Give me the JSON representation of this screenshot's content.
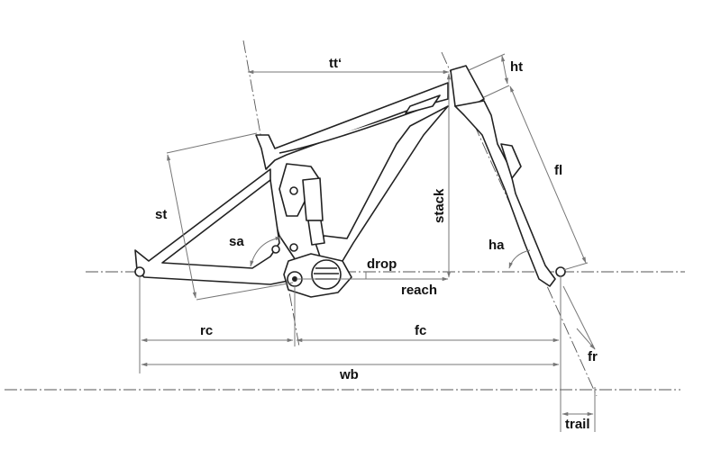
{
  "diagram": {
    "title": "Bike frame geometry",
    "labels": {
      "top_tube": "tt‘",
      "head_tube": "ht",
      "seat_tube": "st",
      "seat_angle": "sa",
      "stack": "stack",
      "fork_length": "fl",
      "head_angle": "ha",
      "bb_drop": "drop",
      "reach": "reach",
      "rear_center": "rc",
      "front_center": "fc",
      "fork_rake": "fr",
      "wheelbase": "wb",
      "trail": "trail"
    }
  }
}
